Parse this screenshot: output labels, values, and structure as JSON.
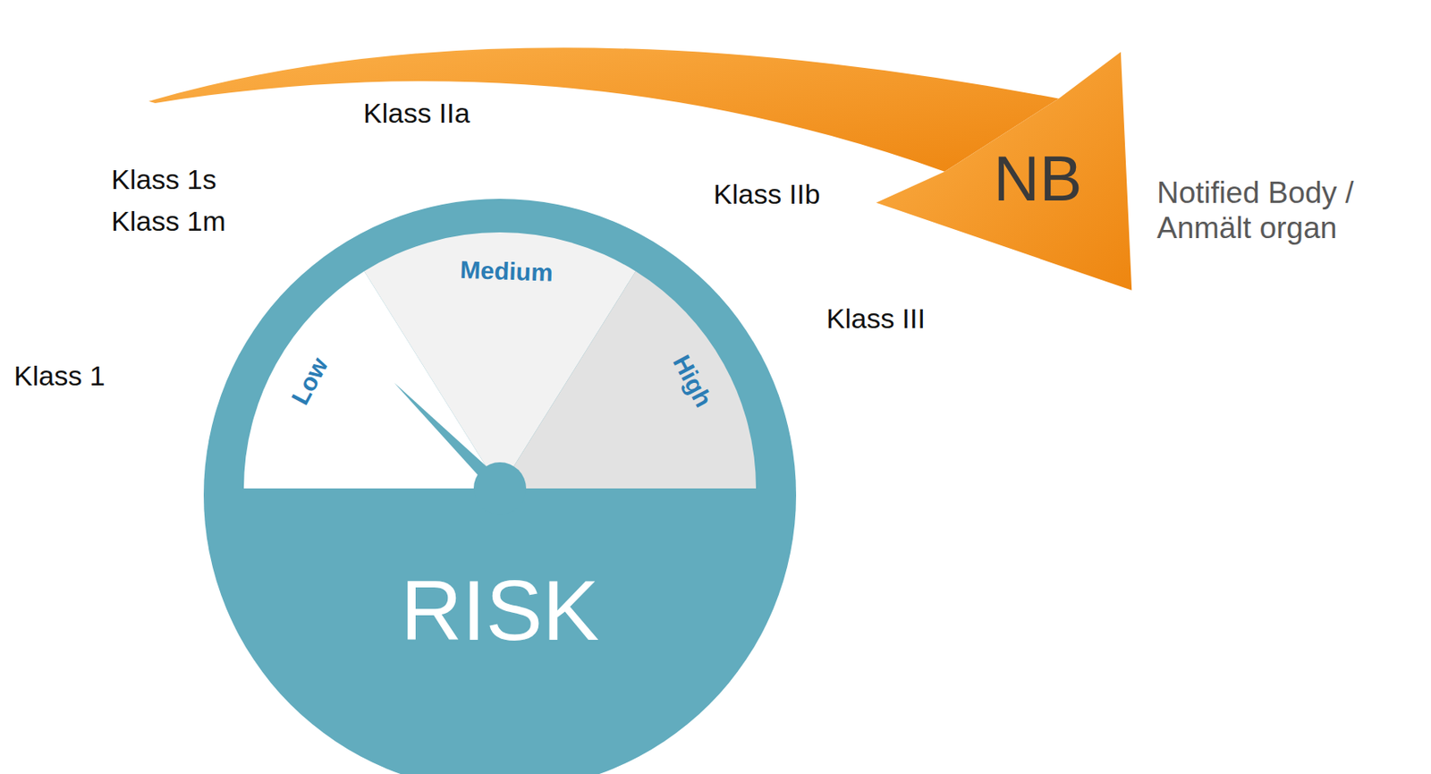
{
  "diagram": {
    "nodes": [
      {
        "text": [
          "RISK"
        ]
      },
      {
        "text": [
          "NB"
        ]
      }
    ],
    "labels": [
      "Klass IIa",
      "Klass 1s",
      "Klass 1m",
      "Klass IIb",
      "Notified Body / Anmält organ",
      "Klass III",
      "Klass 1",
      "Low",
      "Medium",
      "High"
    ]
  }
}
